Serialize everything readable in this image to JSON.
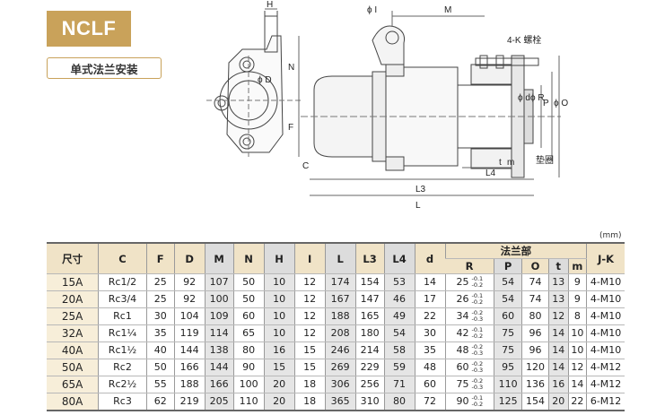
{
  "header": {
    "badge": "NCLF",
    "subtitle": "单式法兰安装",
    "unit": "(mm)"
  },
  "drawing_labels": {
    "H": "H",
    "phiI": "ϕ I",
    "M": "M",
    "bolt": "4-K 螺栓",
    "N": "N",
    "F": "F",
    "phiD": "ϕ D",
    "phid": "ϕ d",
    "phiR": "ϕ R",
    "C": "C",
    "D": "D",
    "P": "P",
    "phiO": "ϕ O",
    "Pdot": "P.",
    "Cdot": "C.",
    "Ddot": "D.",
    "Pend": "P",
    "Cleft": "C",
    "t": "t",
    "m": "m",
    "L4": "L4",
    "gasket": "垫圈",
    "L3": "L3",
    "L": "L"
  },
  "table": {
    "headers": {
      "size": "尺寸",
      "C": "C",
      "F": "F",
      "D": "D",
      "M": "M",
      "N": "N",
      "H": "H",
      "I": "I",
      "L": "L",
      "L3": "L3",
      "L4": "L4",
      "d": "d",
      "flange": "法兰部",
      "R": "R",
      "P": "P",
      "O": "O",
      "t": "t",
      "m": "m",
      "JK": "J-K"
    },
    "rows": [
      {
        "size": "15A",
        "C": "Rc1/2",
        "F": "25",
        "D": "92",
        "M": "107",
        "N": "50",
        "H": "10",
        "I": "12",
        "L": "174",
        "L3": "154",
        "L4": "53",
        "d": "14",
        "R": "25",
        "tol_up": "-0.1",
        "tol_lo": "-0.2",
        "P": "54",
        "O": "74",
        "t": "13",
        "m": "9",
        "JK": "4-M10"
      },
      {
        "size": "20A",
        "C": "Rc3/4",
        "F": "25",
        "D": "92",
        "M": "100",
        "N": "50",
        "H": "10",
        "I": "12",
        "L": "167",
        "L3": "147",
        "L4": "46",
        "d": "17",
        "R": "26",
        "tol_up": "-0.1",
        "tol_lo": "-0.2",
        "P": "54",
        "O": "74",
        "t": "13",
        "m": "9",
        "JK": "4-M10"
      },
      {
        "size": "25A",
        "C": "Rc1",
        "F": "30",
        "D": "104",
        "M": "109",
        "N": "60",
        "H": "10",
        "I": "12",
        "L": "188",
        "L3": "165",
        "L4": "49",
        "d": "22",
        "R": "34",
        "tol_up": "-0.2",
        "tol_lo": "-0.3",
        "P": "60",
        "O": "80",
        "t": "12",
        "m": "8",
        "JK": "4-M10"
      },
      {
        "size": "32A",
        "C": "Rc1¼",
        "F": "35",
        "D": "119",
        "M": "114",
        "N": "65",
        "H": "10",
        "I": "12",
        "L": "208",
        "L3": "180",
        "L4": "54",
        "d": "30",
        "R": "42",
        "tol_up": "-0.1",
        "tol_lo": "-0.2",
        "P": "75",
        "O": "96",
        "t": "14",
        "m": "10",
        "JK": "4-M10"
      },
      {
        "size": "40A",
        "C": "Rc1½",
        "F": "40",
        "D": "144",
        "M": "138",
        "N": "80",
        "H": "16",
        "I": "15",
        "L": "246",
        "L3": "214",
        "L4": "58",
        "d": "35",
        "R": "48",
        "tol_up": "-0.2",
        "tol_lo": "-0.3",
        "P": "75",
        "O": "96",
        "t": "14",
        "m": "10",
        "JK": "4-M10"
      },
      {
        "size": "50A",
        "C": "Rc2",
        "F": "50",
        "D": "166",
        "M": "144",
        "N": "90",
        "H": "15",
        "I": "15",
        "L": "269",
        "L3": "229",
        "L4": "59",
        "d": "48",
        "R": "60",
        "tol_up": "-0.2",
        "tol_lo": "-0.3",
        "P": "95",
        "O": "120",
        "t": "14",
        "m": "12",
        "JK": "4-M12"
      },
      {
        "size": "65A",
        "C": "Rc2½",
        "F": "55",
        "D": "188",
        "M": "166",
        "N": "100",
        "H": "20",
        "I": "18",
        "L": "306",
        "L3": "256",
        "L4": "71",
        "d": "60",
        "R": "75",
        "tol_up": "-0.2",
        "tol_lo": "-0.3",
        "P": "110",
        "O": "136",
        "t": "16",
        "m": "14",
        "JK": "4-M12"
      },
      {
        "size": "80A",
        "C": "Rc3",
        "F": "62",
        "D": "219",
        "M": "205",
        "N": "110",
        "H": "20",
        "I": "18",
        "L": "365",
        "L3": "310",
        "L4": "80",
        "d": "72",
        "R": "90",
        "tol_up": "-0.1",
        "tol_lo": "-0.2",
        "P": "125",
        "O": "154",
        "t": "20",
        "m": "22",
        "JK": "6-M12"
      }
    ]
  },
  "colors": {
    "badge": "#c9a25a",
    "header_bg": "#f0e3c7",
    "size_bg": "#f7eed9",
    "grey_col": "#e5e5e5"
  }
}
